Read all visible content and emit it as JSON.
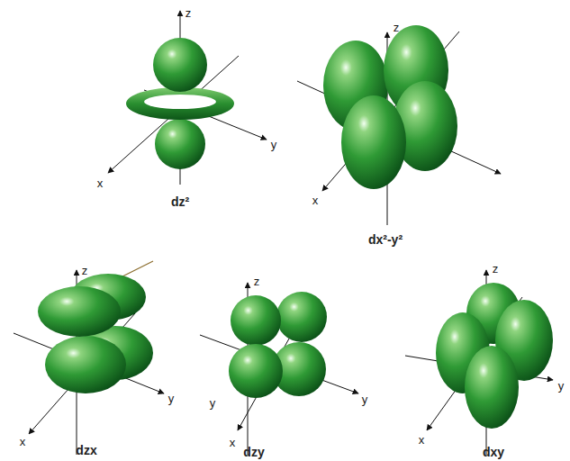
{
  "diagram": {
    "labels": [
      "z",
      "y",
      "x",
      "dz²",
      "z",
      "x",
      "dx²-y²",
      "z",
      "y",
      "x",
      "dzx",
      "z",
      "y",
      "y",
      "x",
      "dzy",
      "z",
      "y",
      "x",
      "dxy"
    ]
  }
}
